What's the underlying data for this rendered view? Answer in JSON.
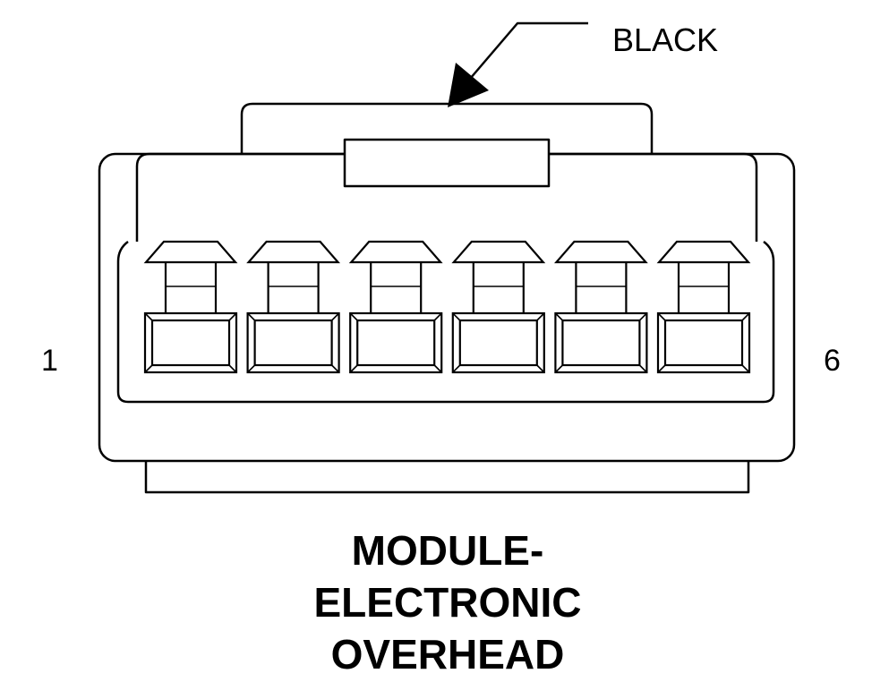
{
  "connector": {
    "color_label": "BLACK",
    "pin_first": "1",
    "pin_last": "6",
    "cavity_count": 6
  },
  "title_lines": [
    "MODULE-",
    "ELECTRONIC",
    "OVERHEAD"
  ]
}
